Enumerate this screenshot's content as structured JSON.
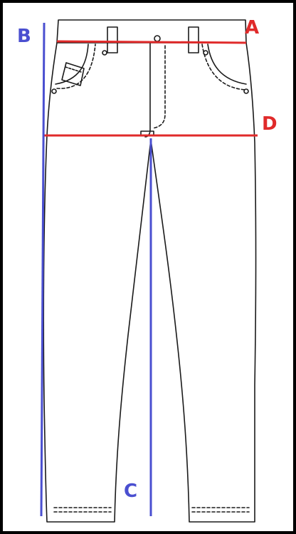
{
  "diagram": {
    "labels": {
      "a": "A",
      "b": "B",
      "c": "C",
      "d": "D"
    },
    "colors": {
      "blue_measure": "#4a4fd0",
      "red_measure": "#e02a2a",
      "outline": "#1a1a1a",
      "background": "#ffffff"
    },
    "icons": [
      "pants-outline-icon"
    ]
  }
}
